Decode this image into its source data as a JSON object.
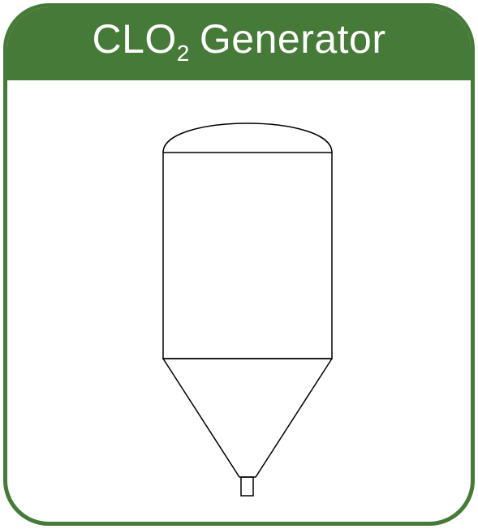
{
  "header": {
    "title_main": "CLO",
    "title_sub": "2",
    "title_tail": "Generator"
  },
  "colors": {
    "frame": "#467a38",
    "title_text": "#ffffff",
    "vessel_stroke": "#000000",
    "background": "#ffffff"
  },
  "diagram": {
    "icon": "conical-tank-icon"
  }
}
